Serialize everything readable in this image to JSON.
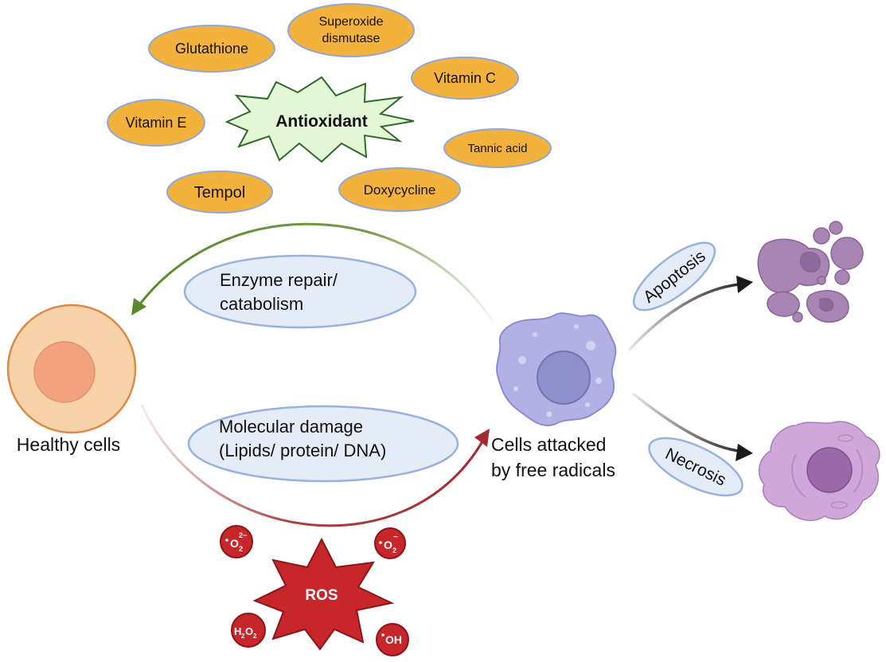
{
  "antioxidant": {
    "center_label": "Antioxidant",
    "items": {
      "glutathione": "Glutathione",
      "superoxide_line1": "Superoxide",
      "superoxide_line2": "dismutase",
      "vitamin_c": "Vitamin C",
      "vitamin_e": "Vitamin E",
      "tannic_acid": "Tannic acid",
      "tempol": "Tempol",
      "doxycycline": "Doxycycline"
    },
    "fill_color": "#f2b23c"
  },
  "processes": {
    "repair_line1": "Enzyme repair/",
    "repair_line2": "catabolism",
    "damage_line1": "Molecular damage",
    "damage_line2": "(Lipids/ protein/ DNA)"
  },
  "cells": {
    "healthy": "Healthy cells",
    "attacked_line1": "Cells attacked",
    "attacked_line2": "by free radicals"
  },
  "outcomes": {
    "apoptosis": "Apoptosis",
    "necrosis": "Necrosis"
  },
  "ros": {
    "center_label": "ROS",
    "superoxide_2minus": {
      "base": "O",
      "sub": "2",
      "sup": "2−"
    },
    "superoxide": {
      "base": "O",
      "sub": "2",
      "sup": "−"
    },
    "hydrogen_peroxide": {
      "h": "H",
      "o": "O",
      "sub": "2"
    },
    "hydroxyl": "OH",
    "color": "#c7262b"
  },
  "colors": {
    "repair_arrow": "#5a8a2a",
    "damage_arrow": "#a32b30",
    "outcome_arrow": "#1a1a1a"
  }
}
